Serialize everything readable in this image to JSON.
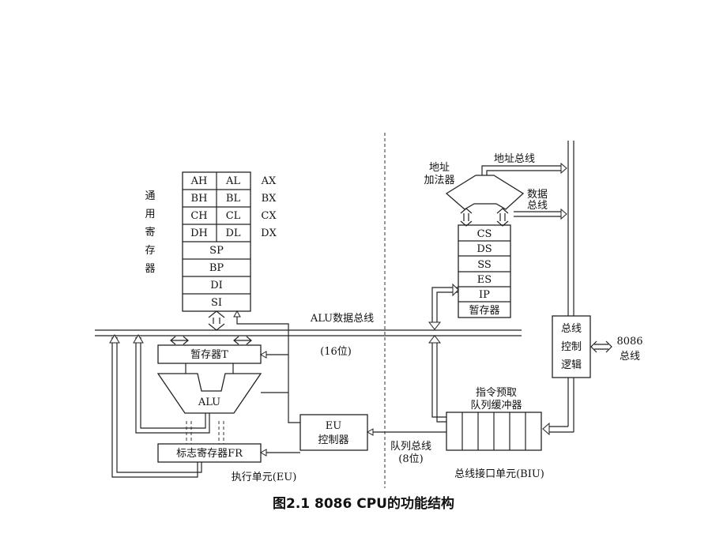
{
  "registers": {
    "general_label": [
      "通",
      "用",
      "寄",
      "存",
      "器"
    ],
    "rows": [
      {
        "high": "AH",
        "low": "AL",
        "name": "AX"
      },
      {
        "high": "BH",
        "low": "BL",
        "name": "BX"
      },
      {
        "high": "CH",
        "low": "CL",
        "name": "CX"
      },
      {
        "high": "DH",
        "low": "DL",
        "name": "DX"
      }
    ],
    "pointers": [
      "SP",
      "BP",
      "DI",
      "SI"
    ]
  },
  "eu": {
    "temp_reg": "暂存器T",
    "alu": "ALU",
    "flag_reg": "标志寄存器FR",
    "controller": [
      "EU",
      "控制器"
    ],
    "label": "执行单元(EU)"
  },
  "buses": {
    "alu_bus": "ALU数据总线",
    "alu_bus_width": "(16位)",
    "queue_bus": "队列总线",
    "queue_bus_width": "(8位)",
    "address_bus": "地址总线",
    "data_bus": [
      "数据",
      "总线"
    ],
    "ext_bus": [
      "8086",
      "总线"
    ]
  },
  "biu": {
    "adder": [
      "地址",
      "加法器"
    ],
    "segments": [
      "CS",
      "DS",
      "SS",
      "ES",
      "IP",
      "暂存器"
    ],
    "bus_control": [
      "总线",
      "控制",
      "逻辑"
    ],
    "queue_label": [
      "指令预取",
      "队列缓冲器"
    ],
    "label": "总线接口单元(BIU)"
  },
  "caption": "图2.1   8086 CPU的功能结构"
}
